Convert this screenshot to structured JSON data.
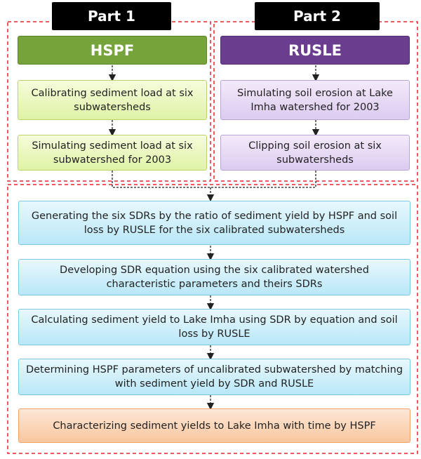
{
  "part1": {
    "tab_label": "Part 1",
    "header": "HSPF",
    "steps": [
      "Calibrating sediment load at six subwatersheds",
      "Simulating sediment load at six subwatershed for 2003"
    ]
  },
  "part2": {
    "tab_label": "Part 2",
    "header": "RUSLE",
    "steps": [
      "Simulating soil erosion at Lake Imha watershed for 2003",
      "Clipping soil erosion at six subwatersheds"
    ]
  },
  "combined_steps": [
    "Generating the six SDRs by the ratio of sediment yield by HSPF and soil loss by RUSLE for the six calibrated subwatersheds",
    "Developing SDR equation using the six calibrated watershed characteristic parameters and theirs SDRs",
    "Calculating sediment yield to Lake Imha using SDR by equation and soil loss by RUSLE",
    "Determining HSPF parameters of uncalibrated subwatershed by matching with sediment yield by SDR and RUSLE",
    "Characterizing sediment yields to Lake Imha with time by HSPF"
  ],
  "colors": {
    "dashed_border": "#e8242b",
    "hspf_header": "#77a33b",
    "rusle_header": "#6b3d8f",
    "merge_line": "#1f3b70"
  }
}
